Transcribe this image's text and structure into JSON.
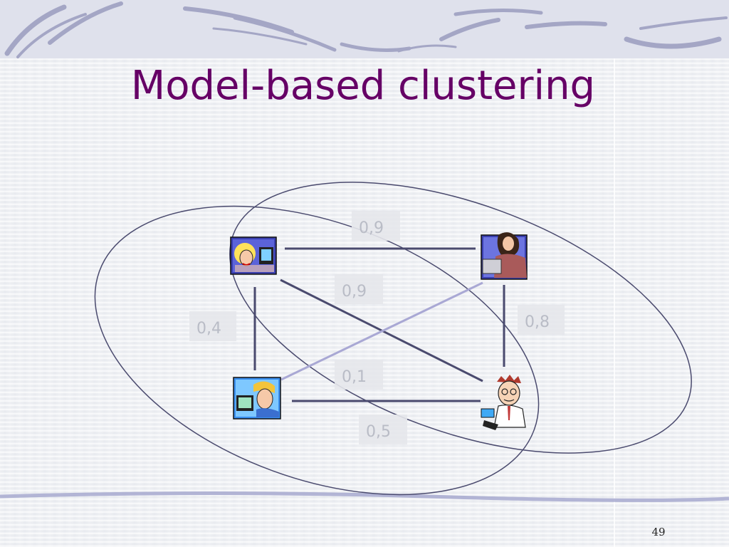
{
  "slide": {
    "title": "Model-based clustering",
    "page_number": "49"
  },
  "diagram": {
    "edges": [
      {
        "id": "top",
        "label": "0,9"
      },
      {
        "id": "diagonal",
        "label": "0,9"
      },
      {
        "id": "left",
        "label": "0,4"
      },
      {
        "id": "right",
        "label": "0,8"
      },
      {
        "id": "cross",
        "label": "0,1"
      },
      {
        "id": "bottom",
        "label": "0,5"
      }
    ],
    "colors": {
      "title": "#660066",
      "edge": "#4a4a6e",
      "weak_edge": "#a9a8d4",
      "label_text": "#b9bcc6"
    }
  }
}
